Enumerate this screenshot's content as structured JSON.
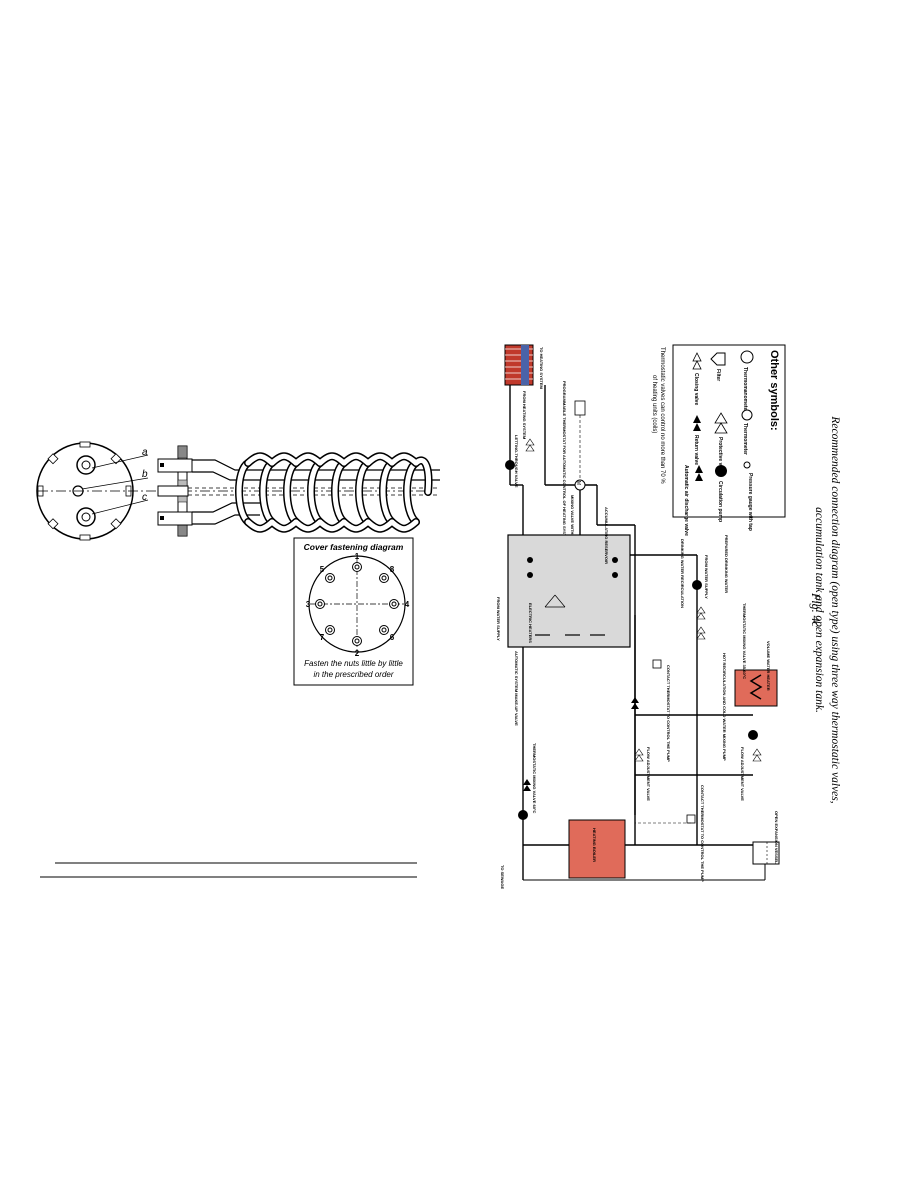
{
  "coil": {
    "labels": [
      "a",
      "b",
      "c"
    ]
  },
  "cover_diagram": {
    "title": "Cover fastening diagram",
    "bolt_numbers": [
      "1",
      "2",
      "3",
      "4",
      "5",
      "6",
      "7",
      "8"
    ],
    "caption_line1": "Fasten the nuts little by little",
    "caption_line2": "in the prescribed order"
  },
  "symbols_legend": {
    "title": "Other symbols:",
    "items": [
      "Thermomanometer",
      "Thermometer",
      "Pressure gauge with tap",
      "Filter",
      "Protective valve",
      "Circulation pump",
      "Closing valve",
      "Return valve",
      "Automatic air discharge valve"
    ]
  },
  "note": {
    "line1": "Thermostatic valves can control no more than 70 %",
    "line2": "of heating units (coils)"
  },
  "scheme_labels": {
    "heating_system_out": "TO HEATING SYSTEM",
    "heating_system_in": "FROM HEATING SYSTEM",
    "programmable": "PROGRAMMABLE THERMOSTAT FOR AUTOMATIC CONTROL OF HEATING SYSTEM",
    "mixing_valve": "MIXING VALVE WITH ELECTRIC GEAR",
    "letting_valve": "LETTING-THROUGH VALVE",
    "accumulating": "ACCUMULATING RESERVOIR",
    "electric_heaters": "ELECTRIC HEATERS",
    "from_water_supply": "FROM WATER SUPPLY",
    "automatic_system_make_up": "AUTOMATIC SYSTEM MAKE-UP VALVE",
    "prepared_water": "PREPARED DRINKING WATER",
    "drinking_recirculation": "DRINKING WATER RECIRCULATION",
    "from_water_supply_2": "FROM WATER SUPPLY",
    "thermostatic_mixing": "THERMOSTATIC MIXING VALVE 35-60°C",
    "hot_recirculation": "HOT RECIRCULATION AND COLD WATER MIXING PUMP",
    "volume_heater": "VOLUME WATER HEATER",
    "contact_thermostat_1": "CONTACT THERMOSTAT TO CONTROL THE PUMP",
    "contact_thermostat_2": "CONTACT THERMOSTAT TO CONTROL THE PUMP",
    "flow_adj_1": "FLOW ADJUSTMENT VALVE",
    "flow_adj_2": "FLOW ADJUSTMENT VALVE",
    "thermostatic_mixing_60": "THERMOSTATIC MIXING VALVE 60°C",
    "open_expansion": "OPEN EXPANSION VESSEL",
    "heating_boiler": "HEATING BOILER",
    "to_sewage": "TO SEWAGE"
  },
  "caption": {
    "fig": "Fig. 4c",
    "line1": "Recommended connection diagram (open type) using three way thermostatic valves,",
    "line2": "accumulation tank and open expansion tank."
  },
  "colors": {
    "tank_fill": "#d9d9d9",
    "heater_red": "#e06b5a",
    "line": "#000000"
  }
}
